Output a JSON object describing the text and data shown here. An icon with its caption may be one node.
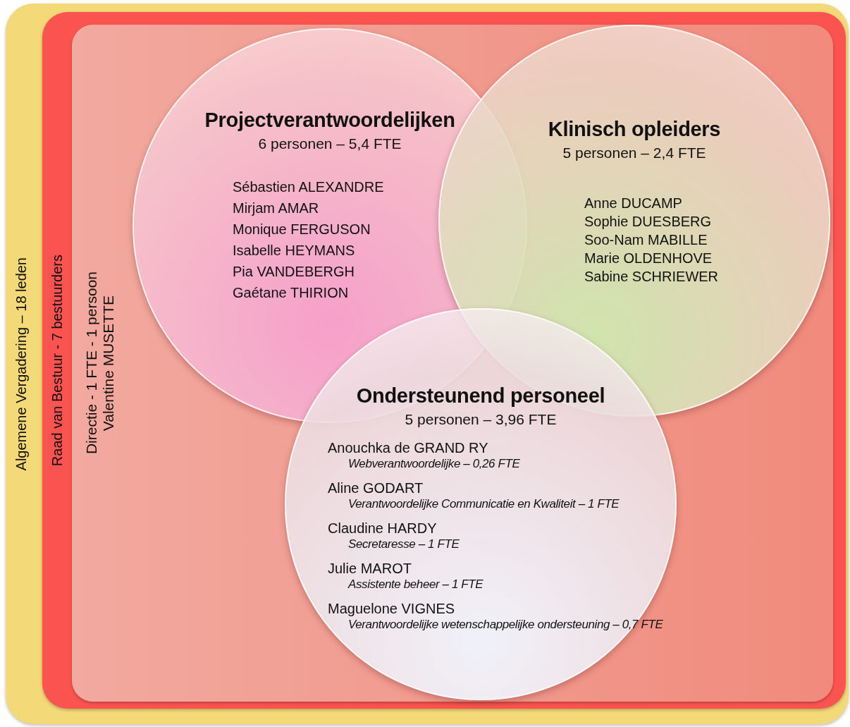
{
  "diagram": {
    "nodes": [
      {
        "text": [
          "Algemene Vergadering – 18 leden"
        ]
      },
      {
        "text": [
          "Raad van Bestuur - 7 bestuurders"
        ],
        "in": 0
      },
      {
        "text": [
          "Directie - 1 FTE - 1 persoon",
          "Valentine MUSETTE"
        ],
        "in": 1
      },
      {
        "text": [
          "Projectverantwoordelijken",
          "6 personen – 5,4 FTE",
          "Sébastien ALEXANDRE",
          "Mirjam AMAR",
          "Monique FERGUSON",
          "Isabelle HEYMANS",
          "Pia VANDEBERGH",
          "Gaétane THIRION"
        ],
        "in": 2
      },
      {
        "text": [
          "Klinisch opleiders",
          "5 personen – 2,4 FTE",
          "Anne DUCAMP",
          "Sophie DUESBERG",
          "Soo-Nam MABILLE",
          "Marie OLDENHOVE",
          "Sabine SCHRIEWER"
        ],
        "in": 2
      },
      {
        "text": [
          "Ondersteunend personeel",
          "5 personen – 3,96 FTE",
          "Anouchka de GRAND RY",
          "Webverantwoordelijke – 0,26 FTE",
          "Aline GODART",
          "Verantwoordelijke Communicatie en Kwaliteit – 1 FTE",
          "Claudine HARDY",
          "Secretaresse – 1 FTE",
          "Julie MAROT",
          "Assistente beheer – 1 FTE",
          "Maguelone VIGNES",
          "Verantwoordelijke wetenschappelijke ondersteuning – 0,7 FTE"
        ],
        "in": 2
      }
    ]
  }
}
